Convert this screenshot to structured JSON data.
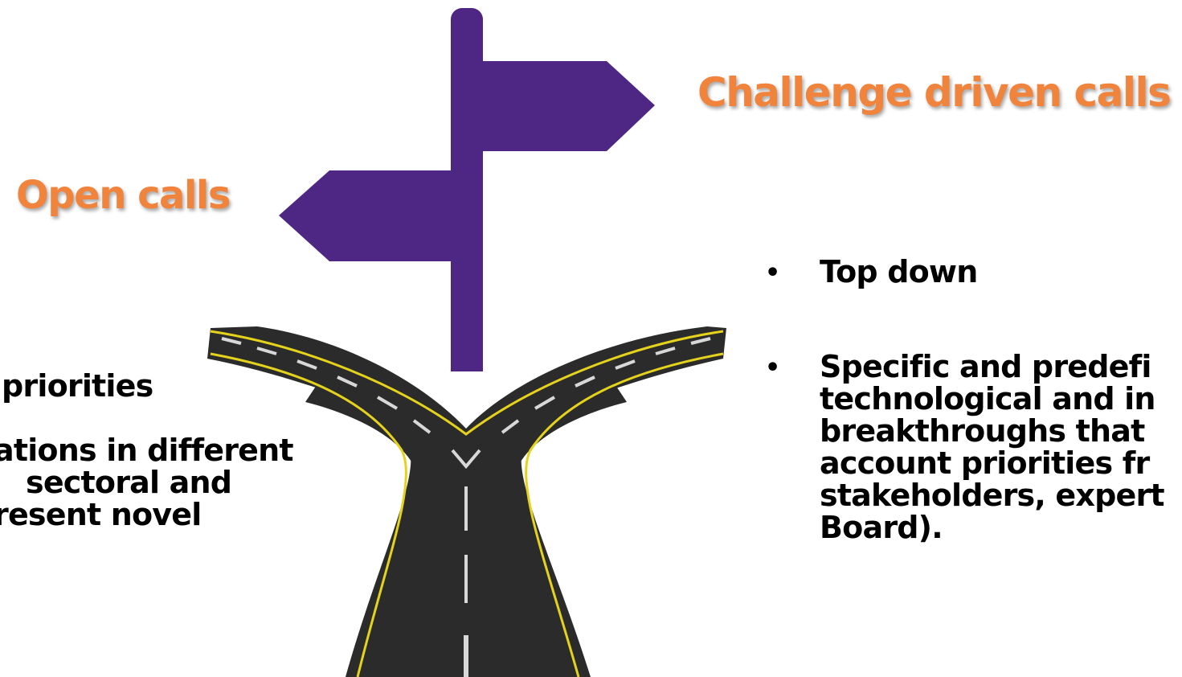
{
  "colors": {
    "heading": "#F0843C",
    "signpost": "#4E2785",
    "road": "#2B2B2B",
    "road_edge": "#E4D21C",
    "lane_marking": "#D8D8D8"
  },
  "icons": {
    "signpost": "signpost-icon",
    "road": "forked-road-icon"
  },
  "right_panel": {
    "heading": "Challenge driven calls",
    "bullets": [
      {
        "lines": [
          "Top down"
        ]
      },
      {
        "lines": [
          "Specific and predefi",
          "technological and in",
          "breakthroughs that",
          "account priorities fr",
          "stakeholders, expert",
          "Board)."
        ]
      }
    ],
    "bullet_glyph": "•"
  },
  "left_panel": {
    "heading": "Open calls",
    "lines": [
      "priorities",
      "ations in different",
      "sectoral and",
      "resent novel"
    ]
  }
}
